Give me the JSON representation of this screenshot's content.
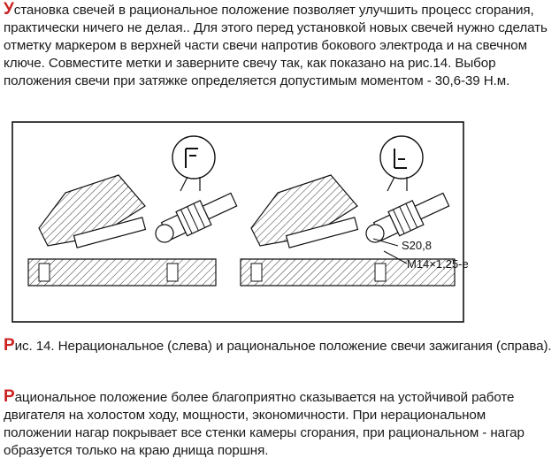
{
  "intro": {
    "initial": "У",
    "text": "становка свечей в рациональное положение позволяет улучшить процесс сгорания, практически ничего не делая.. Для этого перед установкой новых свечей нужно сделать отметку маркером в верхней части свечи напротив бокового электрода и на свечном ключе. Совместите метки и заверните свечу так, как показано на рис.14. Выбор положения свечи при затяжке определяется допустимым моментом - 30,6-39 Н.м."
  },
  "figure": {
    "label_hex": "S20,8",
    "label_thread": "M14×1,25-e"
  },
  "caption": {
    "initial": "Р",
    "text": "ис. 14. Нерациональное (слева) и рациональное положение свечи зажигания (справа)."
  },
  "conclusion": {
    "initial": "Р",
    "text": "ациональное положение более благоприятно сказывается на устойчивой работе двигателя на холостом ходу, мощности, экономичности. При нерациональном положении нагар покрывает все стенки камеры сгорания, при рациональном - нагар образуется только на краю днища поршня."
  },
  "colors": {
    "accent": "#cc2222",
    "text": "#1a1a1a",
    "line": "#111111"
  }
}
